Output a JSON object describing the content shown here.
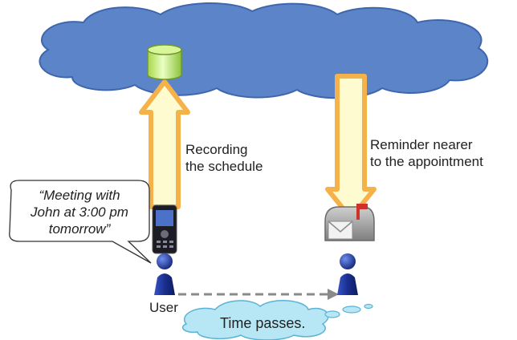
{
  "labels": {
    "recording": [
      "Recording",
      "the schedule"
    ],
    "reminder": [
      "Reminder nearer",
      "to the appointment"
    ],
    "quote": [
      "“Meeting with",
      "John at 3:00 pm",
      "tomorrow”"
    ],
    "user": "User",
    "time_passes": "Time passes."
  },
  "colors": {
    "cloud_fill": "#5b84c9",
    "cloud_stroke": "#3f66ad",
    "arrow_fill": "#fffbd0",
    "arrow_stroke": "#f6b24a",
    "database_fill": "#c7ec7a",
    "person_fill": "#1f3b9c",
    "thought_fill": "#b7e7f5",
    "thought_stroke": "#5ab3d6",
    "mailbox_fill": "#9a9a9a",
    "mailbox_flag": "#d0302a",
    "dashed_line": "#8a8a8a"
  },
  "icons": {
    "storage": "database-icon",
    "phone": "mobile-phone-icon",
    "mailbox": "mailbox-icon",
    "person": "person-icon"
  }
}
